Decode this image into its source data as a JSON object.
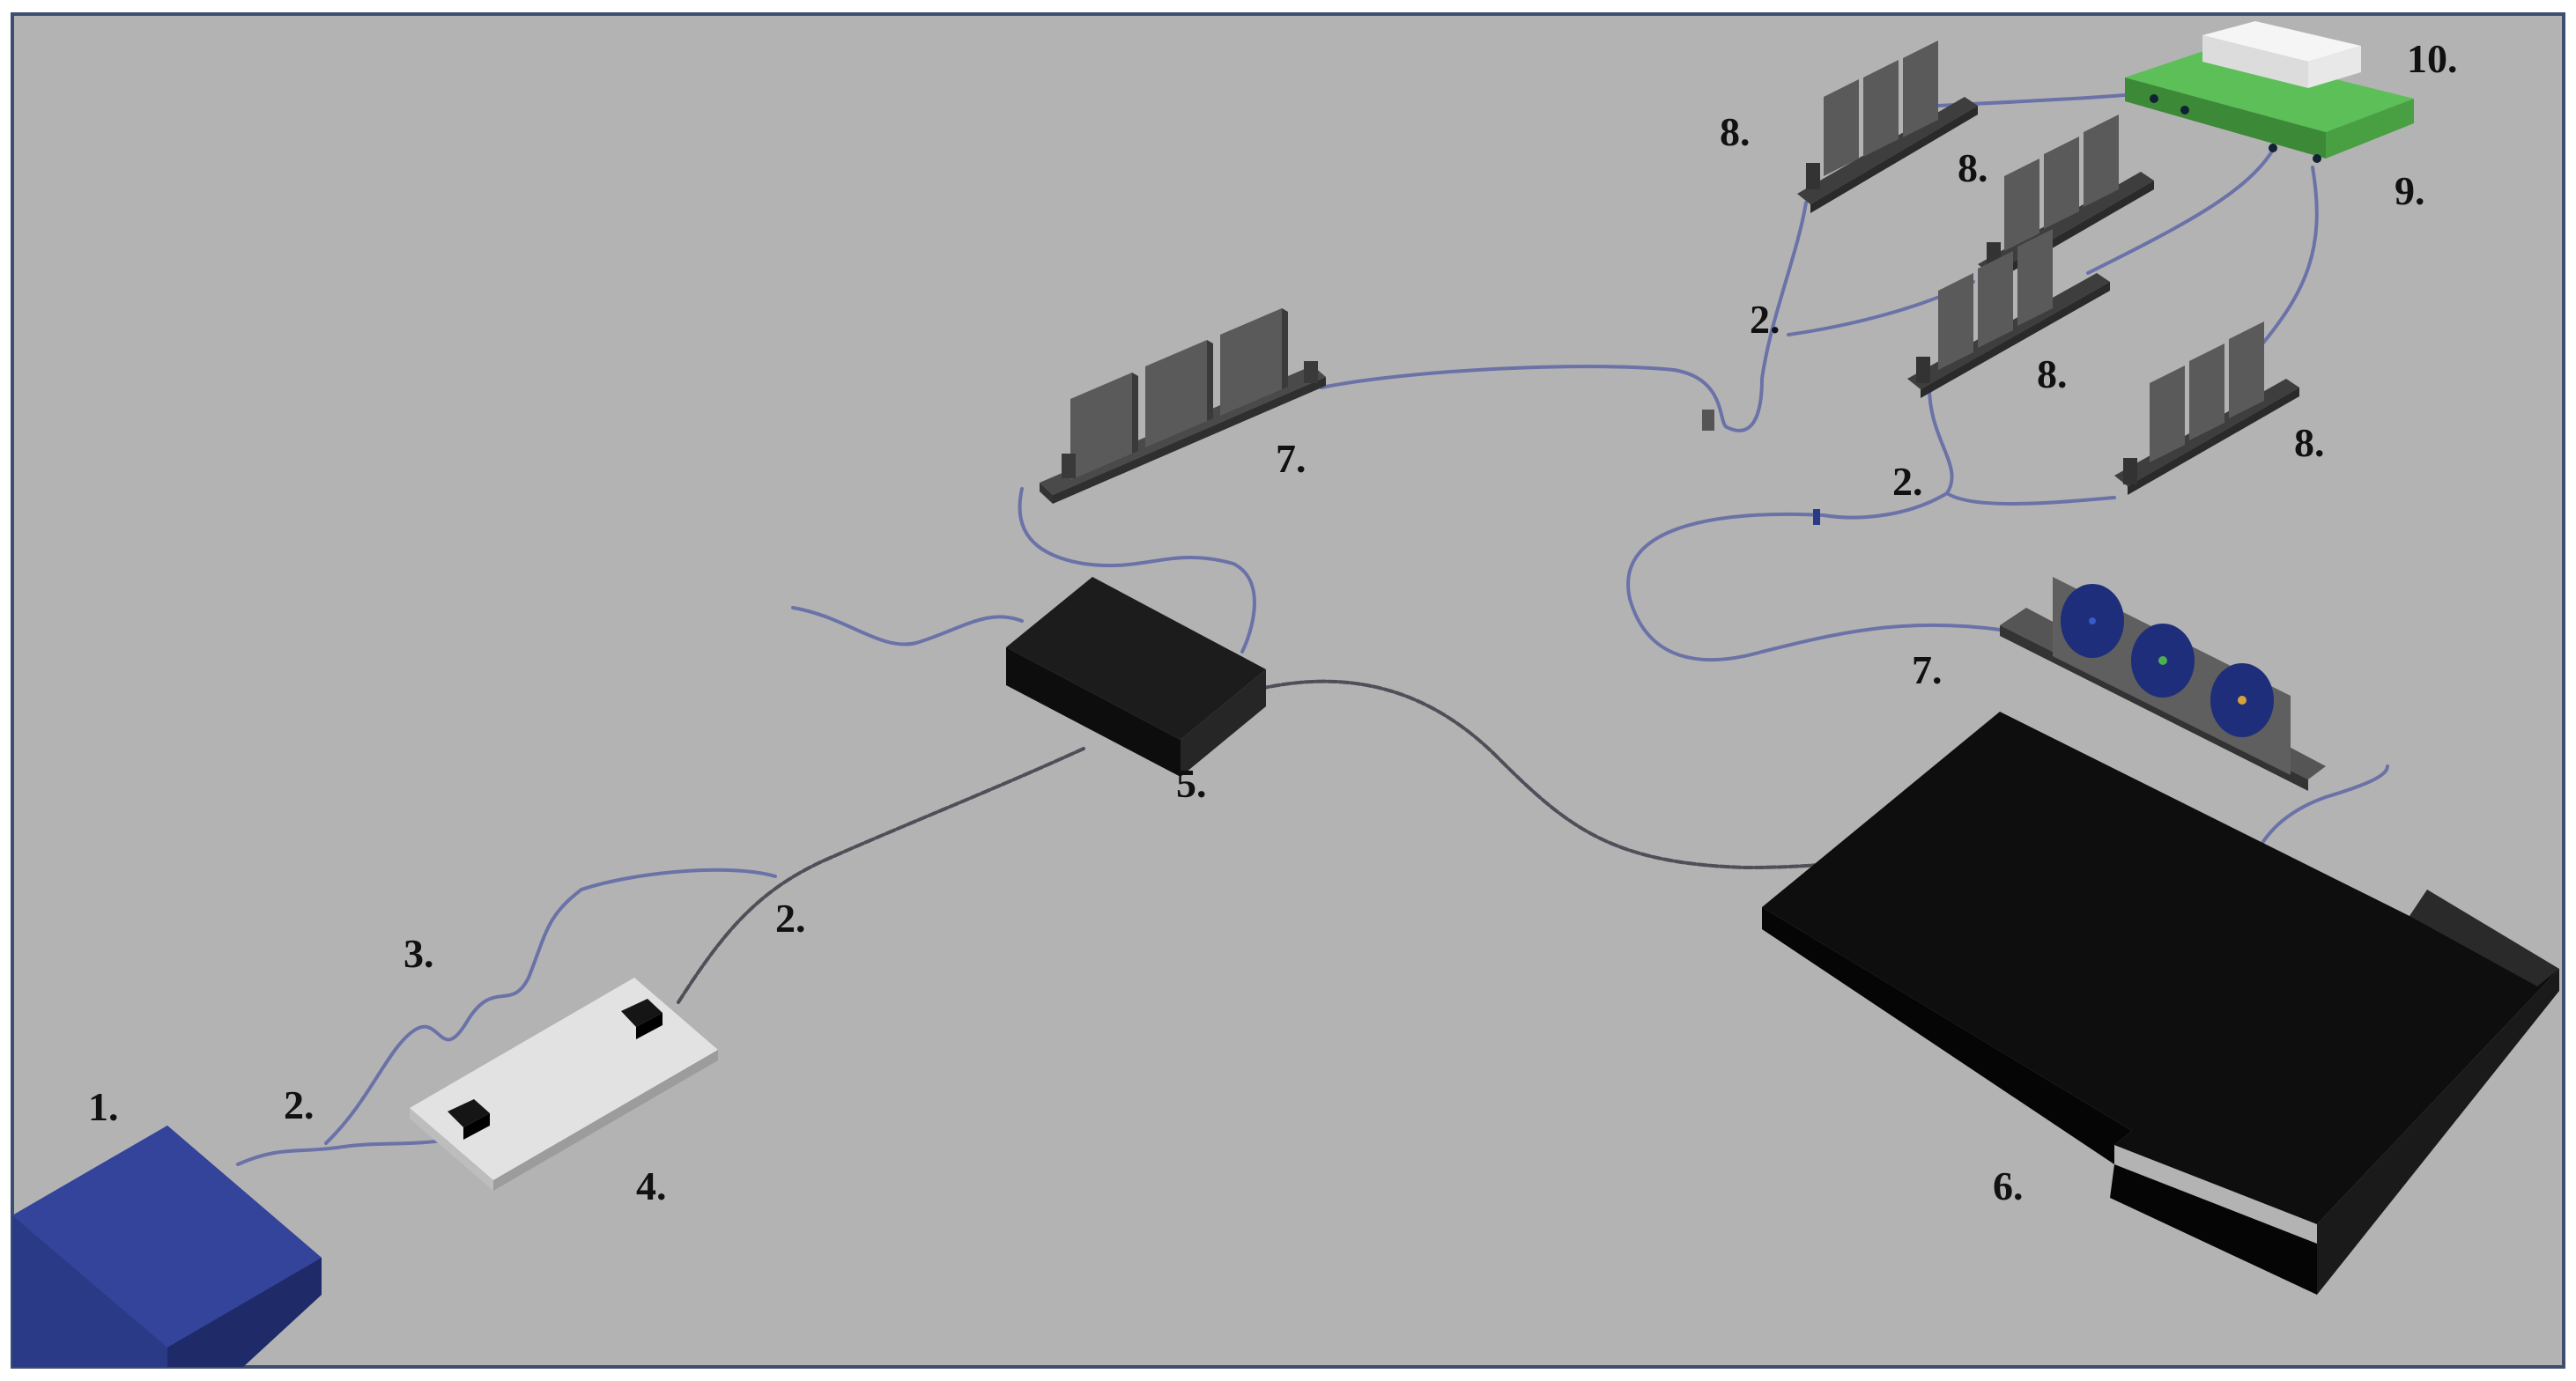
{
  "labels": {
    "source": "1.",
    "fiber": "2.",
    "coil": "3.",
    "board": "4.",
    "black_box": "5.",
    "platform": "6.",
    "mount": "7.",
    "rack": "8.",
    "pcb": "9.",
    "module": "10."
  },
  "colors": {
    "background": "#b3b3b3",
    "frame": "#3d4f6e",
    "source_box": "#2b3a86",
    "fiber": "#6a72a8",
    "black_box": "#141414",
    "white_board": "#e2e2e2",
    "pcb": "#53b04f",
    "module": "#f0f0f0",
    "mount_grey": "#5a5a5a",
    "wheel_blue": "#1e2e7a"
  }
}
